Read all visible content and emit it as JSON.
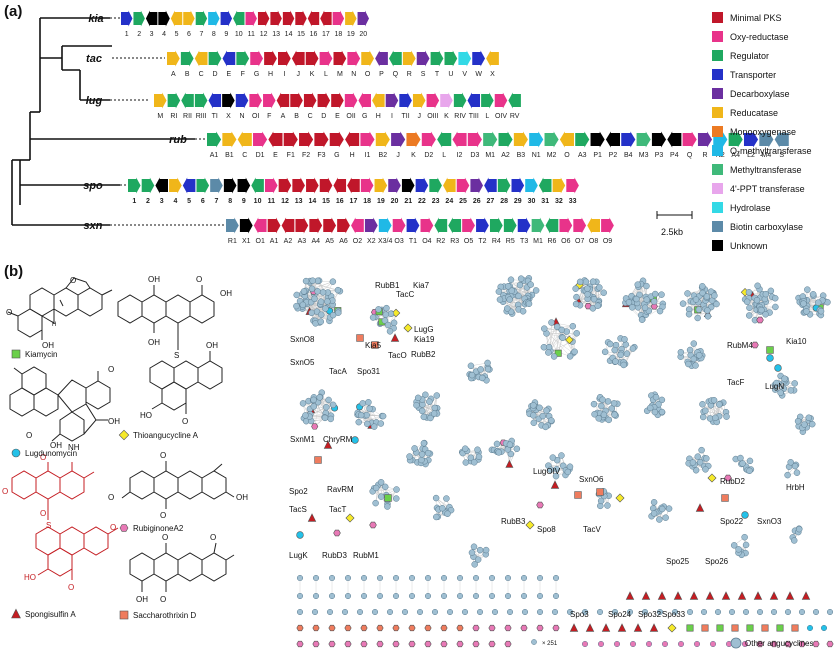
{
  "panel_a_label": "(a)",
  "panel_b_label": "(b)",
  "clusters": [
    {
      "name": "kia",
      "color": "#111111",
      "genes": [
        "1",
        "2",
        "3",
        "4",
        "5",
        "6",
        "7",
        "8",
        "9",
        "10",
        "11",
        "12",
        "13",
        "14",
        "15",
        "16",
        "17",
        "18",
        "19",
        "20"
      ],
      "types": [
        "Transporter",
        "Regulator",
        "Unknown",
        "Unknown",
        "Reducatase",
        "Reducatase",
        "Regulator",
        "O-methyltransferase",
        "Transporter",
        "Regulator",
        "Oxy-reductase",
        "Minimal PKS",
        "Minimal PKS",
        "Minimal PKS",
        "Minimal PKS",
        "Minimal PKS",
        "Minimal PKS",
        "Oxy-reductase",
        "Reducatase",
        "Decarboxylase"
      ]
    },
    {
      "name": "tac",
      "color": "#111111",
      "genes": [
        "A",
        "B",
        "C",
        "D",
        "E",
        "F",
        "G",
        "H",
        "I",
        "J",
        "K",
        "L",
        "M",
        "N",
        "O",
        "P",
        "Q",
        "R",
        "S",
        "T",
        "U",
        "V",
        "W",
        "X"
      ],
      "types": [
        "Reducatase",
        "Regulator",
        "Reducatase",
        "Regulator",
        "Transporter",
        "Regulator",
        "Oxy-reductase",
        "Minimal PKS",
        "Minimal PKS",
        "Minimal PKS",
        "Minimal PKS",
        "Oxy-reductase",
        "Minimal PKS",
        "Oxy-reductase",
        "Reducatase",
        "Decarboxylase",
        "Regulator",
        "Reducatase",
        "Decarboxylase",
        "Regulator",
        "Regulator",
        "Hydrolase",
        "Transporter",
        "Reducatase"
      ]
    },
    {
      "name": "lug",
      "color": "#111111",
      "genes": [
        "M",
        "RI",
        "RII",
        "RIII",
        "TI",
        "X",
        "N",
        "OI",
        "F",
        "A",
        "B",
        "C",
        "D",
        "E",
        "OII",
        "G",
        "H",
        "I",
        "TII",
        "J",
        "OIII",
        "K",
        "RIV",
        "TIII",
        "L",
        "OIV",
        "RV"
      ],
      "types": [
        "Reducatase",
        "Regulator",
        "Regulator",
        "Regulator",
        "Transporter",
        "Unknown",
        "Transporter",
        "Oxy-reductase",
        "Oxy-reductase",
        "Minimal PKS",
        "Minimal PKS",
        "Minimal PKS",
        "Minimal PKS",
        "Minimal PKS",
        "Oxy-reductase",
        "Oxy-reductase",
        "Reducatase",
        "Decarboxylase",
        "Transporter",
        "Reducatase",
        "Oxy-reductase",
        "4'-PPT transferase",
        "Regulator",
        "Transporter",
        "Regulator",
        "Oxy-reductase",
        "Regulator"
      ]
    },
    {
      "name": "rub",
      "color": "#111111",
      "genes": [
        "A1",
        "B1",
        "C",
        "D1",
        "E",
        "F1",
        "F2",
        "F3",
        "G",
        "H",
        "I1",
        "B2",
        "J",
        "K",
        "D2",
        "L",
        "I2",
        "D3",
        "M1",
        "A2",
        "B3",
        "N1",
        "M2",
        "O",
        "A3",
        "P1",
        "P2",
        "B4",
        "M3",
        "P3",
        "P4",
        "Q",
        "R",
        "N2",
        "A4",
        "L2",
        "M4",
        "S"
      ],
      "types": [
        "Regulator",
        "Reducatase",
        "Reducatase",
        "Oxy-reductase",
        "Minimal PKS",
        "Minimal PKS",
        "Minimal PKS",
        "Minimal PKS",
        "Minimal PKS",
        "Minimal PKS",
        "Oxy-reductase",
        "Reducatase",
        "Decarboxylase",
        "Monooxygenase",
        "Oxy-reductase",
        "Regulator",
        "Oxy-reductase",
        "Oxy-reductase",
        "Methyltransferase",
        "Regulator",
        "Reducatase",
        "O-methyltransferase",
        "Methyltransferase",
        "Reducatase",
        "Regulator",
        "Unknown",
        "Unknown",
        "Transporter",
        "Methyltransferase",
        "Unknown",
        "Unknown",
        "Oxy-reductase",
        "Decarboxylase",
        "O-methyltransferase",
        "Regulator",
        "Transporter",
        "Biotin carboxylase",
        "Biotin carboxylase"
      ]
    },
    {
      "name": "spo",
      "color": "#b0202a",
      "genes": [
        "1",
        "2",
        "3",
        "4",
        "5",
        "6",
        "7",
        "8",
        "9",
        "10",
        "11",
        "12",
        "13",
        "14",
        "15",
        "16",
        "17",
        "18",
        "19",
        "20",
        "21",
        "22",
        "23",
        "24",
        "25",
        "26",
        "27",
        "28",
        "29",
        "30",
        "31",
        "32",
        "33"
      ],
      "types": [
        "Regulator",
        "Regulator",
        "Unknown",
        "Reducatase",
        "Transporter",
        "Regulator",
        "Biotin carboxylase",
        "Unknown",
        "Unknown",
        "Regulator",
        "Oxy-reductase",
        "Minimal PKS",
        "Minimal PKS",
        "Minimal PKS",
        "Minimal PKS",
        "Minimal PKS",
        "Minimal PKS",
        "Oxy-reductase",
        "Reducatase",
        "Decarboxylase",
        "Unknown",
        "Transporter",
        "Regulator",
        "Reducatase",
        "Oxy-reductase",
        "Decarboxylase",
        "Transporter",
        "Regulator",
        "Transporter",
        "O-methyltransferase",
        "Regulator",
        "Reducatase",
        "Oxy-reductase"
      ]
    },
    {
      "name": "sxn",
      "color": "#111111",
      "genes": [
        "R1",
        "X1",
        "O1",
        "A1",
        "A2",
        "A3",
        "A4",
        "A5",
        "A6",
        "O2",
        "X2",
        "X3/4",
        "O3",
        "T1",
        "O4",
        "R2",
        "R3",
        "O5",
        "T2",
        "R4",
        "R5",
        "T3",
        "M1",
        "R6",
        "O6",
        "O7",
        "O8",
        "O9"
      ],
      "types": [
        "Biotin carboxylase",
        "Unknown",
        "Oxy-reductase",
        "Minimal PKS",
        "Minimal PKS",
        "Minimal PKS",
        "Minimal PKS",
        "Minimal PKS",
        "Minimal PKS",
        "Oxy-reductase",
        "Decarboxylase",
        "O-methyltransferase",
        "Oxy-reductase",
        "Transporter",
        "Oxy-reductase",
        "Regulator",
        "Regulator",
        "Oxy-reductase",
        "Transporter",
        "Regulator",
        "Regulator",
        "Transporter",
        "Methyltransferase",
        "Regulator",
        "Oxy-reductase",
        "Oxy-reductase",
        "Reducatase",
        "Oxy-reductase"
      ]
    }
  ],
  "legend": [
    {
      "label": "Minimal PKS",
      "color": "#c0172a"
    },
    {
      "label": "Oxy-reductase",
      "color": "#e8338a"
    },
    {
      "label": "Regulator",
      "color": "#1fa860"
    },
    {
      "label": "Transporter",
      "color": "#2431c8"
    },
    {
      "label": "Decarboxylase",
      "color": "#6b2fa0"
    },
    {
      "label": "Reducatase",
      "color": "#f0b61a"
    },
    {
      "label": "Monooxygenase",
      "color": "#ec7a23"
    },
    {
      "label": "O-methyltransferase",
      "color": "#20b9e6"
    },
    {
      "label": "Methyltransferase",
      "color": "#3fb97a"
    },
    {
      "label": "4'-PPT transferase",
      "color": "#e8a6ec"
    },
    {
      "label": "Hydrolase",
      "color": "#33d9e6"
    },
    {
      "label": "Biotin carboxylase",
      "color": "#5c8aa8"
    },
    {
      "label": "Unknown",
      "color": "#000000"
    }
  ],
  "scale_bar_label": "2.5kb",
  "compounds": [
    {
      "name": "Kiamycin",
      "marker": "square",
      "color": "#6bd04a",
      "text_color": "#111111"
    },
    {
      "name": "Lugdunomycin",
      "marker": "circle",
      "color": "#24c1e8",
      "text_color": "#111111"
    },
    {
      "name": "Spongisulfin A",
      "marker": "triangle",
      "color": "#c41d22",
      "text_color": "#c41d22"
    },
    {
      "name": "Thioangucycline A",
      "marker": "diamond",
      "color": "#f6ea2a",
      "text_color": "#111111"
    },
    {
      "name": "RubiginoneA2",
      "marker": "hexagon",
      "color": "#e879b6",
      "text_color": "#111111"
    },
    {
      "name": "Saccharothrixin D",
      "marker": "square",
      "color": "#ef7c5e",
      "text_color": "#111111"
    }
  ],
  "network_labels": [
    "RubB1",
    "TacC",
    "Kia7",
    "LugG",
    "Kia19",
    "Kia5",
    "TacO",
    "RubB2",
    "SxnO8",
    "SxnO5",
    "TacA",
    "Spo31",
    "RubM4",
    "Kia10",
    "TacF",
    "LugN",
    "SxnM1",
    "ChryRM",
    "Spo2",
    "RavRM",
    "LugOIV",
    "SxnO6",
    "RubD2",
    "HrbH",
    "RubB3",
    "Spo8",
    "TacV",
    "Spo22",
    "SxnO3",
    "TacS",
    "TacT",
    "LugK",
    "RubD3",
    "RubM1",
    "Spo25",
    "Spo26",
    "Spo3",
    "Spo24",
    "Spo32",
    "Spo33"
  ],
  "singleton_label": "× 251",
  "other_label": "Other angucyclines"
}
